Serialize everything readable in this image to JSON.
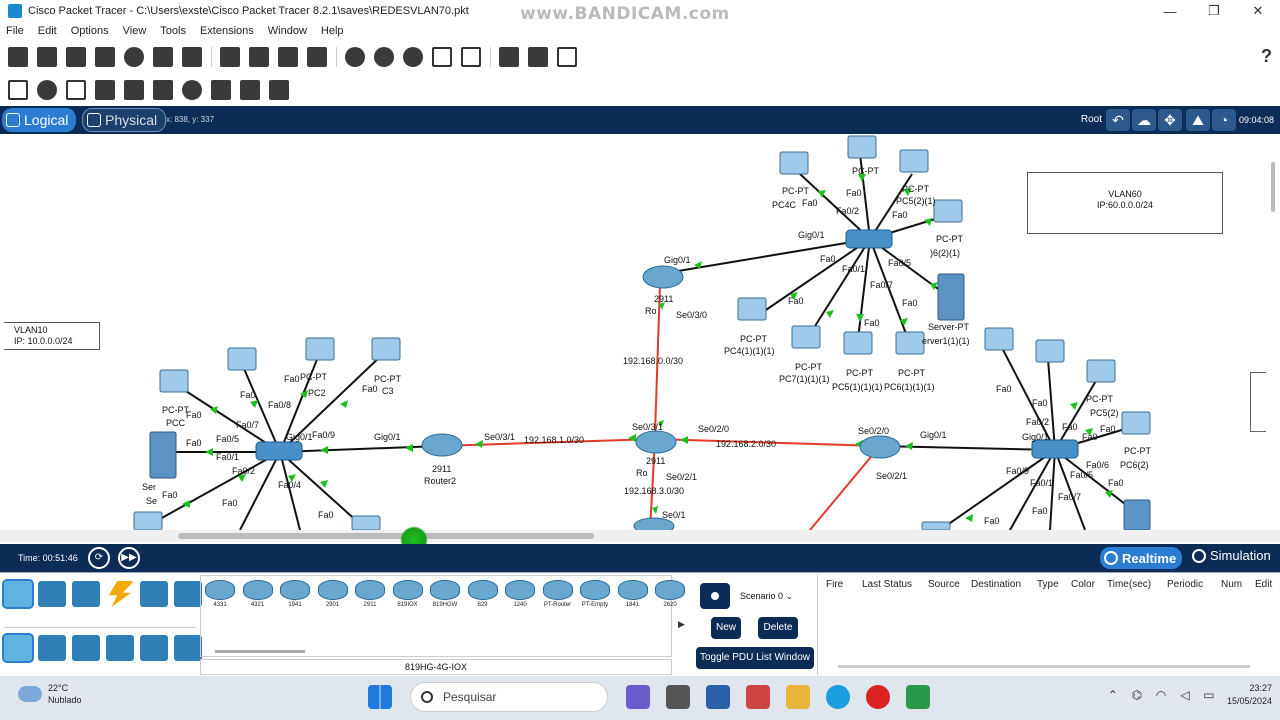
{
  "window": {
    "title": "Cisco Packet Tracer - C:\\Users\\exste\\Cisco Packet Tracer 8.2.1\\saves\\REDESVLAN70.pkt",
    "watermark": "www.BANDICAM.com",
    "minimize": "—",
    "maximize": "❐",
    "close": "✕"
  },
  "menu": [
    "File",
    "Edit",
    "Options",
    "View",
    "Tools",
    "Extensions",
    "Window",
    "Help"
  ],
  "help_icon": "?",
  "workspace": {
    "logical_label": "Logical",
    "physical_label": "Physical",
    "coords": "x: 838, y: 337",
    "root_label": "Root",
    "clock": "09:04:08"
  },
  "canvas": {
    "note_vlan60": {
      "line1": "VLAN60",
      "line2": "IP:60.0.0.0/24"
    },
    "note_vlan10": {
      "line1": "VLAN10",
      "line2": "IP: 10.0.0.0/24"
    },
    "labels": {
      "router_top_model": "2911",
      "router_top_port_gig": "Gig0/1",
      "router_top_port_se": "Se0/3/0",
      "router_top_name": "Ro",
      "net_192_0": "192.168.0.0/30",
      "switch_top_gig": "Gig0/1",
      "pc4c": "PC4C",
      "pc_pt_1": "PC-PT",
      "pc_pt_2": "PC-PT",
      "pc_pt_3": "PC-PT",
      "pc5_2_1": "PC5(2)(1)",
      "pc_pt_4": "PC-PT",
      "pc6_2_1": ")6(2)(1)",
      "pc4_1_1_1": "PC4(1)(1)(1)",
      "pc7_1_1_1": "PC7(1)(1)(1)",
      "pc5_1_1_1": "PC5(1)(1)(1)",
      "pc6_1_1_1": "PC6(1)(1)(1)",
      "server_pt_top": "Server-PT",
      "server1": "erver1(1)(1)",
      "fa0": "Fa0",
      "fa0_2": "Fa0/2",
      "fa0_1": "Fa0/1",
      "fa0_5": "Fa0/5",
      "fa0_7": "Fa0/7",
      "fa0_8": "Fa0/8",
      "fa0_9": "Fa0/9",
      "fa0_4": "Fa0/4",
      "gig0_1": "Gig0/1",
      "router2_model": "2911",
      "router2_name": "Router2",
      "router2_se": "Se0/3/1",
      "net_192_1": "192.168.1.0/30",
      "center_se0_3_1": "Se0/3/1",
      "center_se0_2_0": "Se0/2/0",
      "center_model": "2911",
      "center_se0_2_1": "Se0/2/1",
      "net_192_3": "192.168.3.0/30",
      "center_name": "Ro",
      "net_192_2": "192.168.2.0/30",
      "right_se0_2_0": "Se0/2/0",
      "right_gig0_1": "Gig0/1",
      "right_se0_2_1": "Se0/2/1",
      "bottom_se0_1": "Se0/1",
      "pc_c2": "PC2",
      "pc_c3": "C3",
      "pc_pcc": "PCC",
      "server_left": "Ser",
      "server_left2": "Se",
      "pc5_2": "PC5(2)",
      "pc6_2": "PC6(2)",
      "fa0_6": "Fa0/6"
    }
  },
  "timebar": {
    "time": "Time: 00:51:46",
    "realtime": "Realtime",
    "simulation": "Simulation"
  },
  "devices": [
    "4331",
    "4321",
    "1941",
    "2901",
    "2911",
    "819IOX",
    "819HGW",
    "829",
    "1240",
    "PT-Router",
    "PT-Empty",
    "1841",
    "2620"
  ],
  "device_name": "819HG-4G-IOX",
  "scenario": {
    "select": "Scenario 0",
    "new": "New",
    "delete": "Delete",
    "toggle": "Toggle PDU List Window"
  },
  "pdu_headers": [
    "Fire",
    "Last Status",
    "Source",
    "Destination",
    "Type",
    "Color",
    "Time(sec)",
    "Periodic",
    "Num",
    "Edit"
  ],
  "taskbar": {
    "temp": "22°C",
    "weather": "Nublado",
    "search": "Pesquisar",
    "time": "23:27",
    "date": "15/05/2024"
  },
  "colors": {
    "workbar": "#0d2b57",
    "accent": "#2a7dd0",
    "link_ok": "#1ec01e",
    "serial": "#e23a2a"
  }
}
